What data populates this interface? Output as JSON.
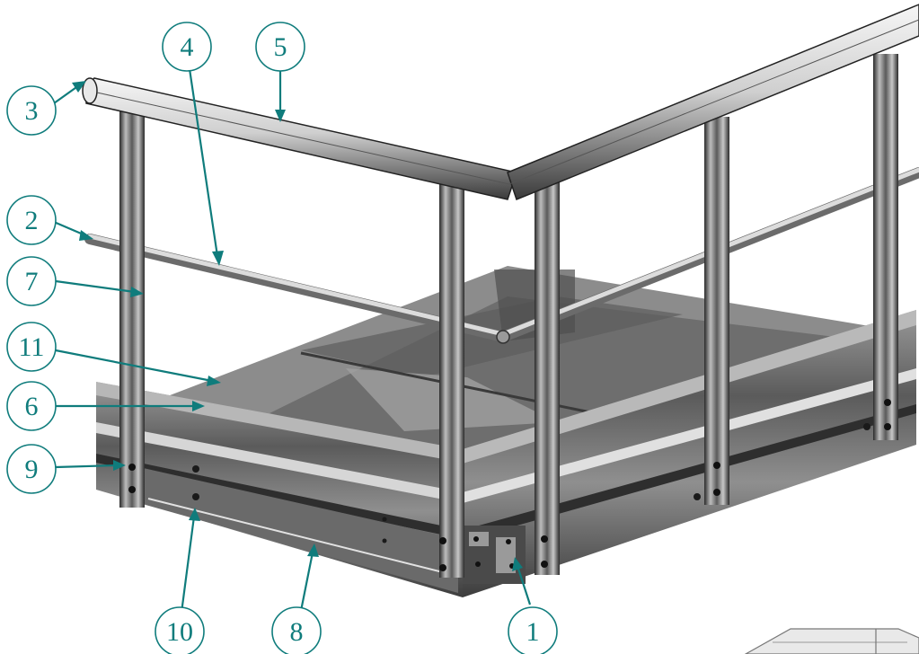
{
  "callouts": [
    {
      "id": "1",
      "label": "1"
    },
    {
      "id": "2",
      "label": "2"
    },
    {
      "id": "3",
      "label": "3"
    },
    {
      "id": "4",
      "label": "4"
    },
    {
      "id": "5",
      "label": "5"
    },
    {
      "id": "6",
      "label": "6"
    },
    {
      "id": "7",
      "label": "7"
    },
    {
      "id": "8",
      "label": "8"
    },
    {
      "id": "9",
      "label": "9"
    },
    {
      "id": "10",
      "label": "10"
    },
    {
      "id": "11",
      "label": "11"
    }
  ],
  "colors": {
    "callout": "#0f7c7c",
    "panel": "#7a7a7a",
    "panel_dark": "#3c3c3c",
    "metal": "#c9c9c9"
  }
}
